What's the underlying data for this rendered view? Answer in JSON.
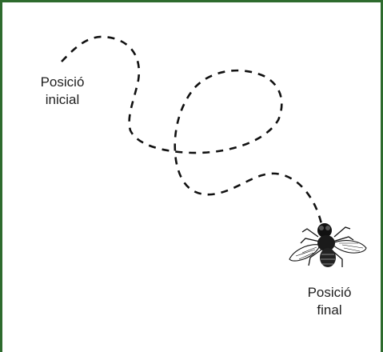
{
  "diagram": {
    "border_color": "#2e6b2e",
    "path_color": "#111111",
    "path_style": "dashed",
    "start_label": {
      "line1": "Posició",
      "line2": "inicial"
    },
    "end_label": {
      "line1": "Posició",
      "line2": "final"
    },
    "end_marker_icon": "fly-icon"
  }
}
